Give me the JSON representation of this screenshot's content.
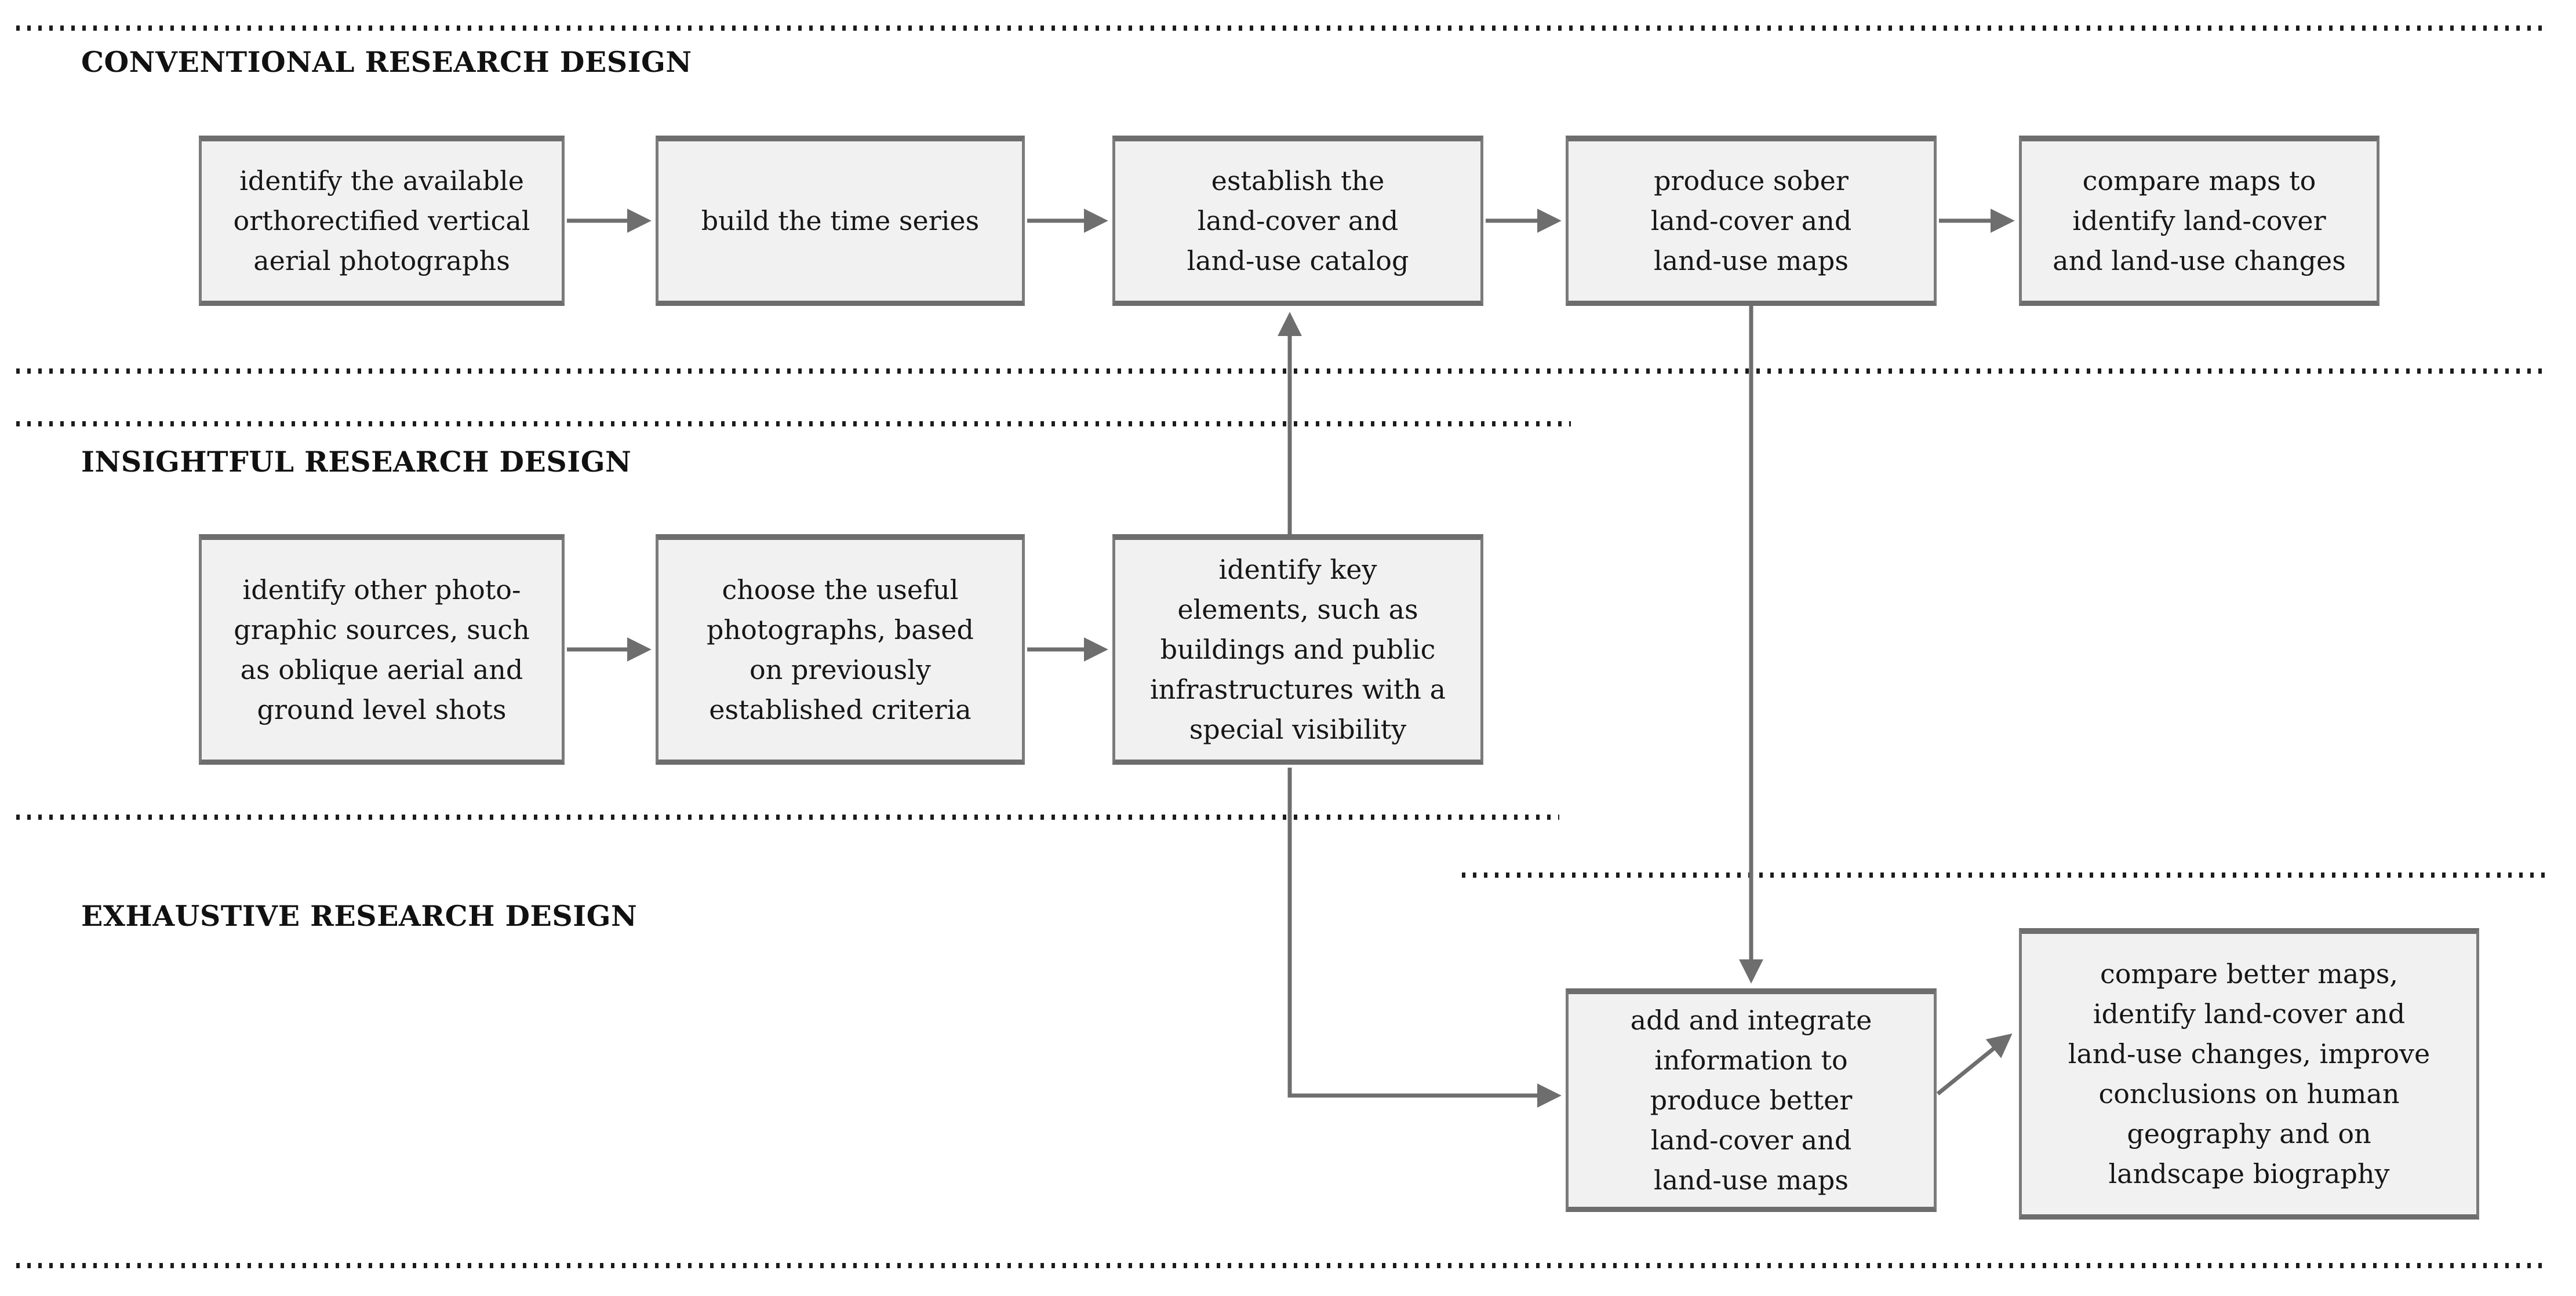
{
  "diagram": {
    "background_color": "#ffffff",
    "box_fill_color": "#f1f1f1",
    "box_border_color": "#7b7b7b",
    "connector_color": "#6e6e6e",
    "dotted_line_color": "#1c1c1c",
    "text_color": "#161616",
    "sections": [
      {
        "title": "CONVENTIONAL RESEARCH DESIGN",
        "boxes": [
          {
            "text": "identify the available\northorectified vertical\naerial photographs"
          },
          {
            "text": "build the time series"
          },
          {
            "text": "establish the\nland-cover and\nland-use catalog"
          },
          {
            "text": "produce sober\nland-cover and\nland-use maps"
          },
          {
            "text": "compare maps to\nidentify land-cover\nand land-use changes"
          }
        ]
      },
      {
        "title": "INSIGHTFUL RESEARCH DESIGN",
        "boxes": [
          {
            "text": "identify other photo-\ngraphic sources, such\nas oblique aerial and\nground level shots"
          },
          {
            "text": "choose the useful\nphotographs, based\non previously\nestablished criteria"
          },
          {
            "text": "identify key\nelements, such as\nbuildings and public\ninfrastructures with a\nspecial visibility"
          }
        ]
      },
      {
        "title": "EXHAUSTIVE RESEARCH DESIGN",
        "boxes": [
          {
            "text": "add and integrate\ninformation to\nproduce better\nland-cover and\nland-use maps"
          },
          {
            "text": "compare better maps,\nidentify land-cover and\nland-use changes, improve\nconclusions on human\ngeography and on\nlandscape biography"
          }
        ]
      }
    ],
    "connectors": [
      {
        "from": "identify the available orthorectified vertical aerial photographs",
        "to": "build the time series",
        "type": "arrow-right"
      },
      {
        "from": "build the time series",
        "to": "establish the land-cover and land-use catalog",
        "type": "arrow-right"
      },
      {
        "from": "establish the land-cover and land-use catalog",
        "to": "produce sober land-cover and land-use maps",
        "type": "arrow-right"
      },
      {
        "from": "produce sober land-cover and land-use maps",
        "to": "compare maps to identify land-cover and land-use changes",
        "type": "arrow-right"
      },
      {
        "from": "identify other photographic sources",
        "to": "choose the useful photographs",
        "type": "arrow-right"
      },
      {
        "from": "choose the useful photographs",
        "to": "identify key elements",
        "type": "arrow-right"
      },
      {
        "from": "identify key elements",
        "to": "establish the land-cover and land-use catalog",
        "type": "arrow-up"
      },
      {
        "from": "produce sober land-cover and land-use maps",
        "to": "add and integrate information to produce better land-cover and land-use maps",
        "type": "arrow-down"
      },
      {
        "from": "identify key elements",
        "to": "add and integrate information to produce better land-cover and land-use maps",
        "type": "arrow-elbow-right"
      },
      {
        "from": "add and integrate information to produce better land-cover and land-use maps",
        "to": "compare better maps",
        "type": "arrow-diagonal-up-right"
      }
    ]
  }
}
